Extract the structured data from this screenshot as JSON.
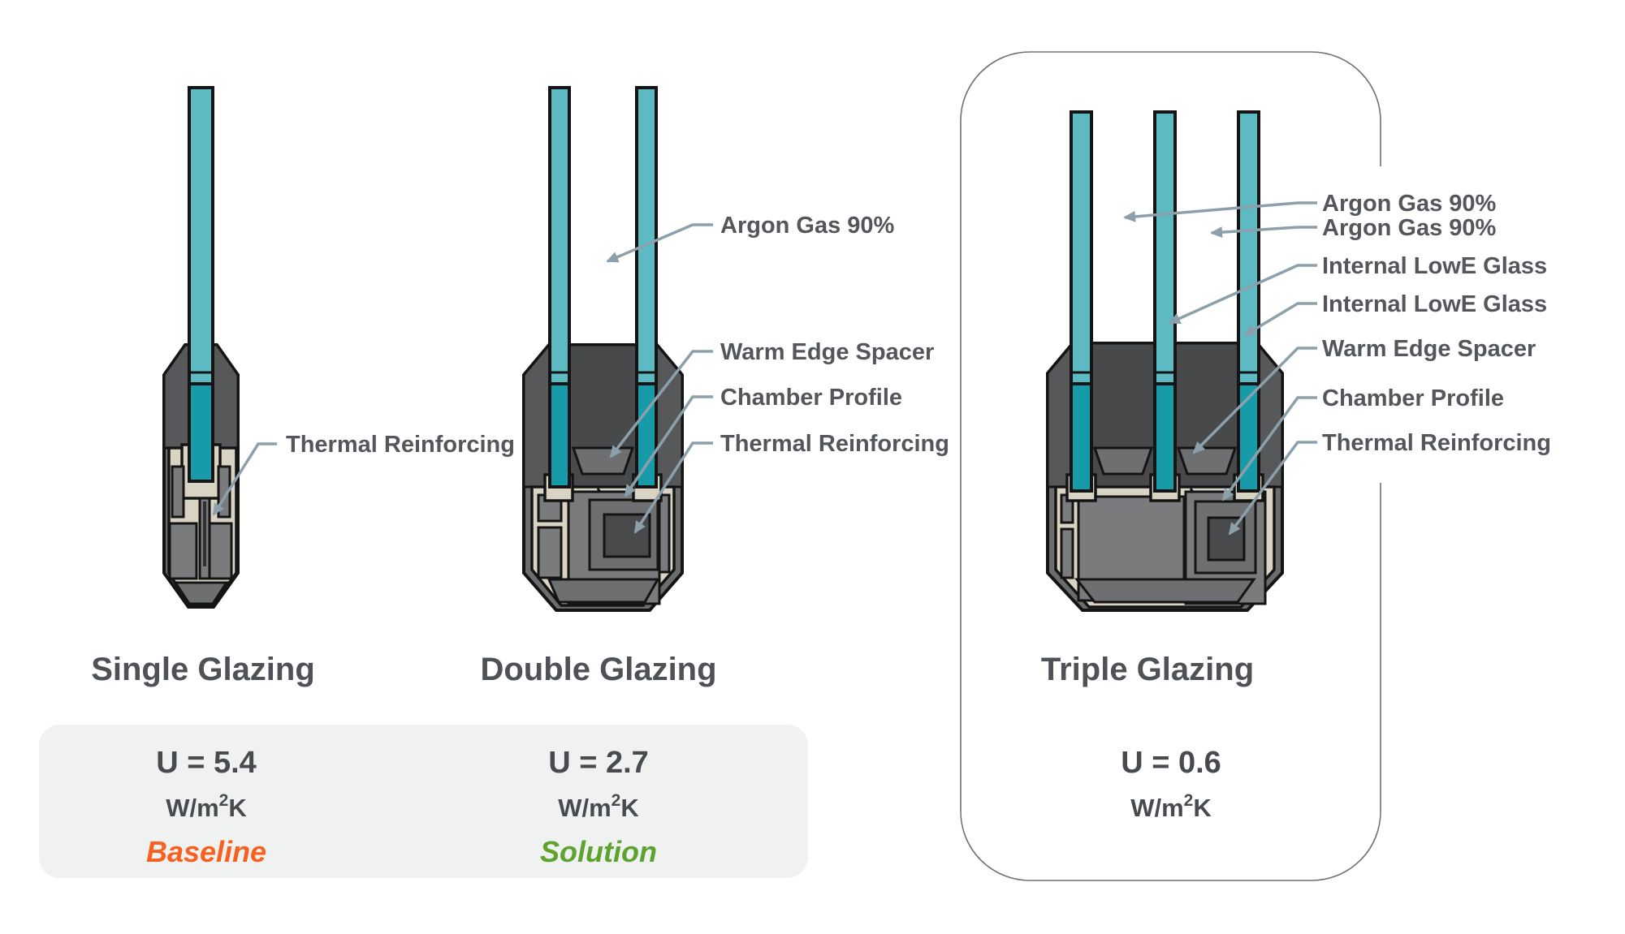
{
  "units": [
    {
      "title": "Single Glazing",
      "u_value": "U = 5.4",
      "tag": "Baseline",
      "tag_color": "#f95f1e",
      "labels": [
        "Thermal Reinforcing"
      ]
    },
    {
      "title": "Double Glazing",
      "u_value": "U = 2.7",
      "tag": "Solution",
      "tag_color": "#5ea32f",
      "labels": [
        "Argon Gas 90%",
        "Warm Edge Spacer",
        "Chamber Profile",
        "Thermal Reinforcing"
      ]
    },
    {
      "title": "Triple Glazing",
      "u_value": "U = 0.6",
      "labels": [
        "Argon Gas 90%",
        "Argon Gas 90%",
        "Internal LowE Glass",
        "Internal LowE Glass",
        "Warm Edge Spacer",
        "Chamber Profile",
        "Thermal Reinforcing"
      ]
    }
  ],
  "u_unit": {
    "prefix": "W/m",
    "sup": "2",
    "suffix": "K"
  },
  "colors": {
    "glass_light": "#5ebac2",
    "glass_dark": "#189ba8",
    "frame_gray": "#6b6c6e",
    "collar_gray": "#57585a",
    "channel_gray": "#48494b",
    "chamber_gray": "#7a7b7d",
    "cream": "#d9d3c4",
    "outline_black": "#141414",
    "label_text": "#53565b",
    "leader_slate": "#8ba0ab",
    "baseline_orange": "#f95f1e",
    "solution_green": "#5ea32f",
    "card_bg": "#f0f1f1",
    "box_border": "#6f7174"
  }
}
